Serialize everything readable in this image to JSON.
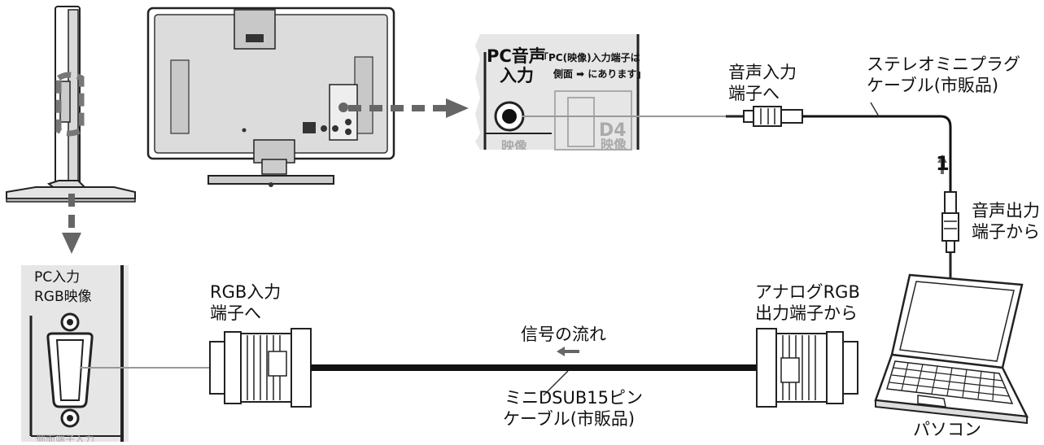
{
  "pc_audio_panel": {
    "title_line1": "PC音声",
    "title_line2": "入力",
    "note_line1": "「PC(映像)入力端子は",
    "note_line2": "側面 ➡ にあります」",
    "d4_label": "D4",
    "d4_sub": "映像",
    "bottom_label": "映像"
  },
  "audio_in_label": [
    "音声入力",
    "端子へ"
  ],
  "stereo_cable_label": [
    "ステレオミニプラグ",
    "ケーブル(市販品)"
  ],
  "audio_step": "1",
  "audio_out_label": [
    "音声出力",
    "端子から"
  ],
  "pc_input_panel": {
    "line1": "PC入力",
    "line2": "RGB映像",
    "bottom_label": "側面端子入力"
  },
  "rgb_in_label": [
    "RGB入力",
    "端子へ"
  ],
  "signal_flow_label": "信号の流れ",
  "analog_rgb_label": [
    "アナログRGB",
    "出力端子から"
  ],
  "dsub_cable_label": [
    "ミニDSUB15ピン",
    "ケーブル(市販品)"
  ],
  "pc_label": "パソコン",
  "colors": {
    "line": "#222222",
    "arrow": "#666666",
    "panel": "#e6e6e6",
    "cable": "#111111",
    "thin_cable": "#999999"
  }
}
